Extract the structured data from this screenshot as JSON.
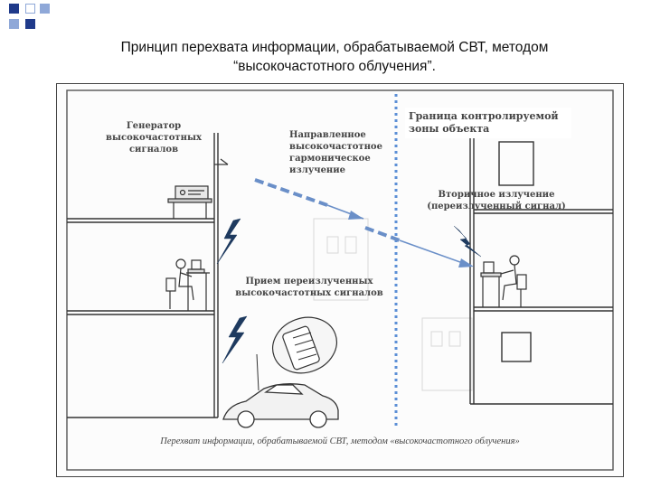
{
  "slide": {
    "title_line1": "Принцип перехвата информации, обрабатываемой СВТ, методом",
    "title_line2": "“высокочастотного облучения”."
  },
  "figure": {
    "labels": {
      "generator": [
        "Генератор",
        "высокочастотных",
        "сигналов"
      ],
      "directed": [
        "Направленное",
        "высокочастотное",
        "гармоническое",
        "излучение"
      ],
      "boundary": [
        "Граница контролируемой",
        "зоны объекта"
      ],
      "secondary": [
        "Вторичное излучение",
        "(переизлученный сигнал)"
      ],
      "reception": [
        "Прием переизлученных",
        "высокочастотных сигналов"
      ]
    },
    "caption": "Перехват информации, обрабатываемой СВТ, методом «высокочастотного облучения»"
  },
  "colors": {
    "corner_dark": "#1f3a8a",
    "corner_light": "#8fa8d8",
    "boundary": "#5b8fd6",
    "arrow": "#6a8fc8",
    "lightning": "#1e3a5f",
    "ink": "#333333"
  }
}
